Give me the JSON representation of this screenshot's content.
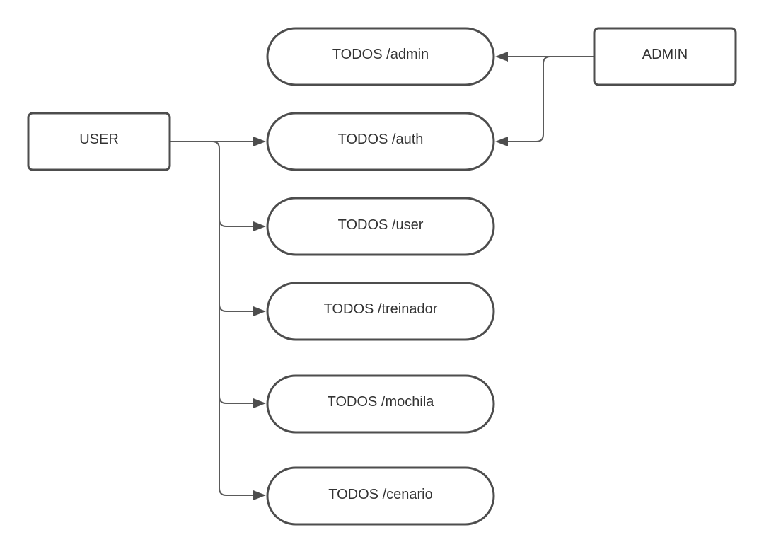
{
  "diagram": {
    "actors": [
      {
        "id": "user",
        "label": "USER"
      },
      {
        "id": "admin",
        "label": "ADMIN"
      }
    ],
    "routes": [
      {
        "id": "admin",
        "label": "TODOS /admin"
      },
      {
        "id": "auth",
        "label": "TODOS /auth"
      },
      {
        "id": "user",
        "label": "TODOS /user"
      },
      {
        "id": "treinador",
        "label": "TODOS /treinador"
      },
      {
        "id": "mochila",
        "label": "TODOS /mochila"
      },
      {
        "id": "cenario",
        "label": "TODOS /cenario"
      }
    ],
    "edges": [
      {
        "from": "admin",
        "to": "admin"
      },
      {
        "from": "admin",
        "to": "auth"
      },
      {
        "from": "user",
        "to": "auth"
      },
      {
        "from": "user",
        "to": "user"
      },
      {
        "from": "user",
        "to": "treinador"
      },
      {
        "from": "user",
        "to": "mochila"
      },
      {
        "from": "user",
        "to": "cenario"
      }
    ]
  }
}
